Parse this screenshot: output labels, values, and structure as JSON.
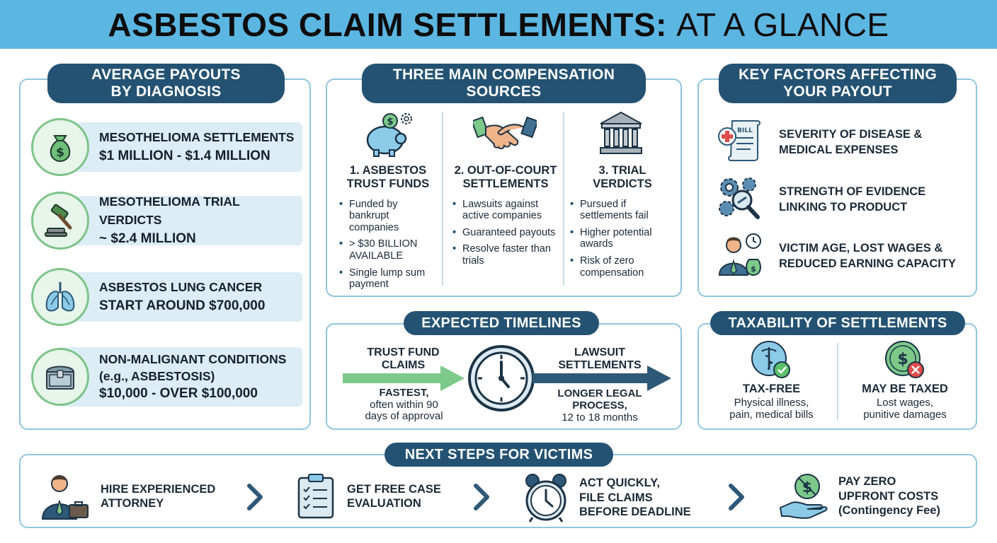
{
  "title": {
    "strong": "ASBESTOS CLAIM SETTLEMENTS:",
    "light": "AT A GLANCE"
  },
  "payouts": {
    "heading_line1": "AVERAGE PAYOUTS",
    "heading_line2": "BY DIAGNOSIS",
    "rows": [
      {
        "icon": "money-bag-icon",
        "label": "MESOTHELIOMA SETTLEMENTS",
        "value": "$1 MILLION - $1.4 MILLION"
      },
      {
        "icon": "gavel-icon",
        "label": "MESOTHELIOMA TRIAL VERDICTS",
        "value": "~ $2.4 MILLION"
      },
      {
        "icon": "lungs-icon",
        "label": "ASBESTOS LUNG CANCER",
        "value": "START AROUND $700,000"
      },
      {
        "icon": "chest-icon",
        "label": "NON-MALIGNANT CONDITIONS",
        "label2": "(e.g., ASBESTOSIS)",
        "value": "$10,000 - OVER $100,000"
      }
    ]
  },
  "sources": {
    "heading_line1": "THREE MAIN COMPENSATION",
    "heading_line2": "SOURCES",
    "columns": [
      {
        "icon": "piggy-bank-icon",
        "title1": "1. ASBESTOS",
        "title2": "TRUST FUNDS",
        "bullets": [
          "Funded by bankrupt companies",
          "> $30 BILLION AVAILABLE",
          "Single lump sum payment"
        ]
      },
      {
        "icon": "handshake-icon",
        "title1": "2. OUT-OF-COURT",
        "title2": "SETTLEMENTS",
        "bullets": [
          "Lawsuits against active companies",
          "Guaranteed payouts",
          "Resolve faster than trials"
        ]
      },
      {
        "icon": "courthouse-icon",
        "title1": "3. TRIAL",
        "title2": "VERDICTS",
        "bullets": [
          "Pursued if settlements fail",
          "Higher potential awards",
          "Risk of zero compensation"
        ]
      }
    ]
  },
  "factors": {
    "heading_line1": "KEY FACTORS AFFECTING",
    "heading_line2": "YOUR PAYOUT",
    "items": [
      {
        "icon": "medical-bill-icon",
        "line1": "SEVERITY OF DISEASE &",
        "line2": "MEDICAL EXPENSES",
        "bill_label": "BILL"
      },
      {
        "icon": "gears-magnifier-icon",
        "line1": "STRENGTH OF EVIDENCE",
        "line2": "LINKING TO PRODUCT"
      },
      {
        "icon": "worker-clock-icon",
        "line1": "VICTIM AGE, LOST WAGES &",
        "line2": "REDUCED EARNING CAPACITY"
      }
    ]
  },
  "timelines": {
    "heading": "EXPECTED TIMELINES",
    "left_title1": "TRUST FUND",
    "left_title2": "CLAIMS",
    "left_desc1": "FASTEST,",
    "left_desc2": "often within 90",
    "left_desc3": "days of approval",
    "right_title1": "LAWSUIT",
    "right_title2": "SETTLEMENTS",
    "right_desc1": "LONGER LEGAL",
    "right_desc2": "PROCESS,",
    "right_desc3": "12 to 18 months"
  },
  "taxability": {
    "heading": "TAXABILITY OF SETTLEMENTS",
    "free_title": "TAX-FREE",
    "free_desc1": "Physical illness,",
    "free_desc2": "pain, medical bills",
    "taxed_title": "MAY BE TAXED",
    "taxed_desc1": "Lost wages,",
    "taxed_desc2": "punitive damages"
  },
  "next_steps": {
    "heading": "NEXT STEPS FOR VICTIMS",
    "steps": [
      {
        "icon": "attorney-icon",
        "line1": "HIRE EXPERIENCED",
        "line2": "ATTORNEY"
      },
      {
        "icon": "clipboard-checklist-icon",
        "line1": "GET FREE CASE",
        "line2": "EVALUATION"
      },
      {
        "icon": "alarm-clock-icon",
        "line1": "ACT QUICKLY,",
        "line2": "FILE CLAIMS",
        "line3": "BEFORE DEADLINE"
      },
      {
        "icon": "hand-coin-icon",
        "line1": "PAY ZERO",
        "line2": "UPFRONT COSTS",
        "line3": "(Contingency Fee)"
      }
    ]
  },
  "colors": {
    "banner": "#5cb6e2",
    "pill": "#245273",
    "panel_border": "#8fc6dd",
    "arrow_green": "#7cc98a",
    "arrow_navy": "#2d5877"
  }
}
